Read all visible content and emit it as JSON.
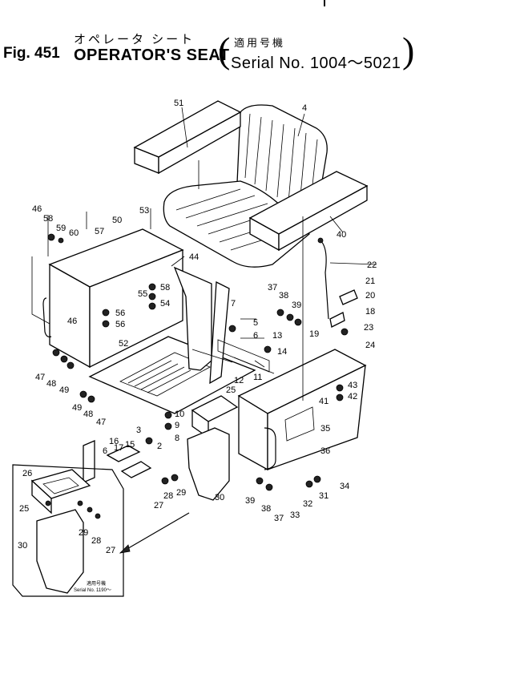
{
  "header": {
    "fig_label": "Fig. 451",
    "title_jp": "オペレータ シート",
    "title_en": "OPERATOR'S SEAT",
    "serial_jp": "適用号機",
    "serial_en": "Serial No. 1004～5021"
  },
  "inset": {
    "note_jp": "適用号機",
    "note_serial": "Serial No. 1190～"
  },
  "callouts": [
    "51",
    "4",
    "53",
    "40",
    "46",
    "58",
    "59",
    "60",
    "57",
    "50",
    "44",
    "22",
    "21",
    "20",
    "18",
    "37",
    "38",
    "39",
    "55",
    "58",
    "54",
    "7",
    "56",
    "56",
    "52",
    "46",
    "5",
    "6",
    "13",
    "14",
    "19",
    "23",
    "24",
    "47",
    "48",
    "49",
    "12",
    "11",
    "25",
    "43",
    "42",
    "41",
    "49",
    "48",
    "47",
    "9",
    "10",
    "3",
    "2",
    "8",
    "16",
    "17",
    "15",
    "6",
    "35",
    "36",
    "34",
    "26",
    "25",
    "28",
    "29",
    "27",
    "30",
    "39",
    "38",
    "37",
    "33",
    "32",
    "31",
    "30",
    "29",
    "28",
    "27"
  ]
}
